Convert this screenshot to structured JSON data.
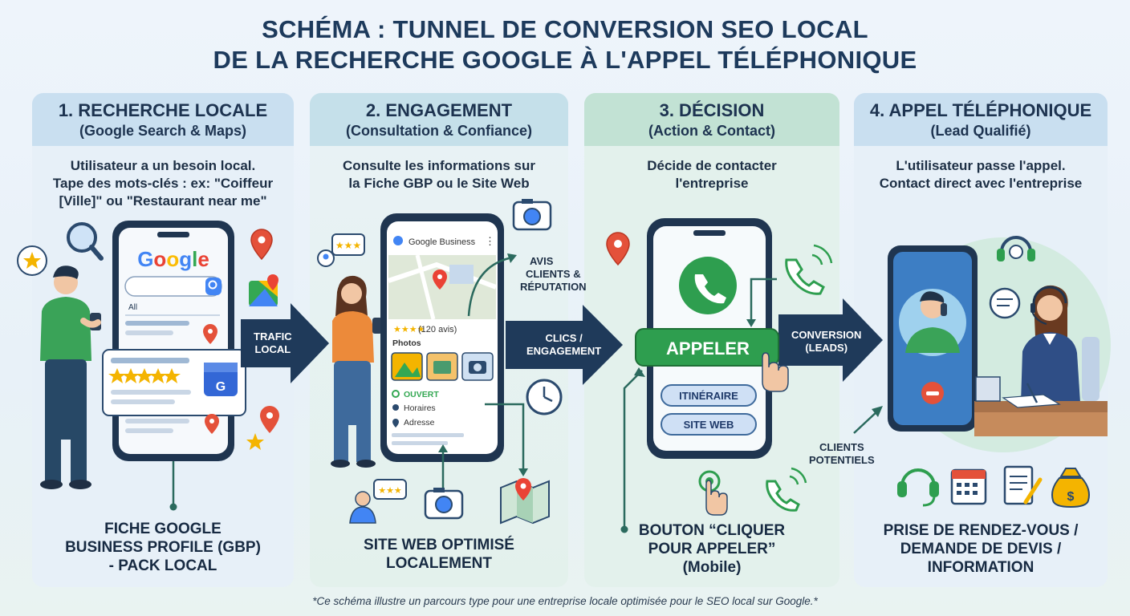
{
  "title": {
    "line1": "SCHÉMA : TUNNEL DE CONVERSION SEO LOCAL",
    "line2": "DE LA RECHERCHE GOOGLE À L'APPEL TÉLÉPHONIQUE"
  },
  "steps": [
    {
      "heading": "1. RECHERCHE LOCALE",
      "subheading": "(Google Search & Maps)",
      "desc": [
        "Utilisateur a un besoin local.",
        "Tape des mots-clés : ex: \"Coiffeur",
        "[Ville]\" ou \"Restaurant near me\""
      ],
      "bottom": [
        "FICHE GOOGLE",
        "BUSINESS PROFILE (GBP)",
        "- PACK LOCAL"
      ]
    },
    {
      "heading": "2. ENGAGEMENT",
      "subheading": "(Consultation & Confiance)",
      "desc": [
        "Consulte les informations sur",
        "la Fiche GBP ou le Site Web"
      ],
      "bottom": [
        "SITE WEB OPTIMISÉ",
        "LOCALEMENT"
      ]
    },
    {
      "heading": "3. DÉCISION",
      "subheading": "(Action & Contact)",
      "desc": [
        "Décide de contacter",
        "l'entreprise"
      ],
      "bottom": [
        "BOUTON “CLIQUER",
        "POUR APPELER”",
        "(Mobile)"
      ]
    },
    {
      "heading": "4. APPEL TÉLÉPHONIQUE",
      "subheading": "(Lead Qualifié)",
      "desc": [
        "L'utilisateur passe l'appel.",
        "Contact direct avec l'entreprise"
      ],
      "bottom": [
        "PRISE DE RENDEZ-VOUS /",
        "DEMANDE DE DEVIS /",
        "INFORMATION"
      ]
    }
  ],
  "arrows": [
    [
      "TRAFIC",
      "LOCAL"
    ],
    [
      "CLICS /",
      "ENGAGEMENT"
    ],
    [
      "CONVERSION",
      "(LEADS)"
    ]
  ],
  "phone1": {
    "logo": "Google",
    "tab_all": "All"
  },
  "phone2": {
    "header": "Google Business",
    "rating_text": "(120 avis)",
    "photos_label": "Photos",
    "open_label": "OUVERT",
    "hours_label": "Horaires",
    "address_label": "Adresse"
  },
  "phone3": {
    "call_button": "APPELER",
    "route_button": "ITINÉRAIRE",
    "site_button": "SITE WEB"
  },
  "callouts": {
    "reviews": [
      "AVIS",
      "CLIENTS &",
      "RÉPUTATION"
    ],
    "prospects": [
      "CLIENTS",
      "POTENTIELS"
    ]
  },
  "footnote": "*Ce schéma illustre un parcours type pour une entreprise locale optimisée pour le SEO local sur Google.*",
  "colors": {
    "arrow": "#1f3a5a",
    "google_blue": "#4285F4",
    "google_red": "#EA4335",
    "google_yellow": "#FBBC05",
    "google_green": "#34A853",
    "call_green": "#2e9e4f"
  }
}
